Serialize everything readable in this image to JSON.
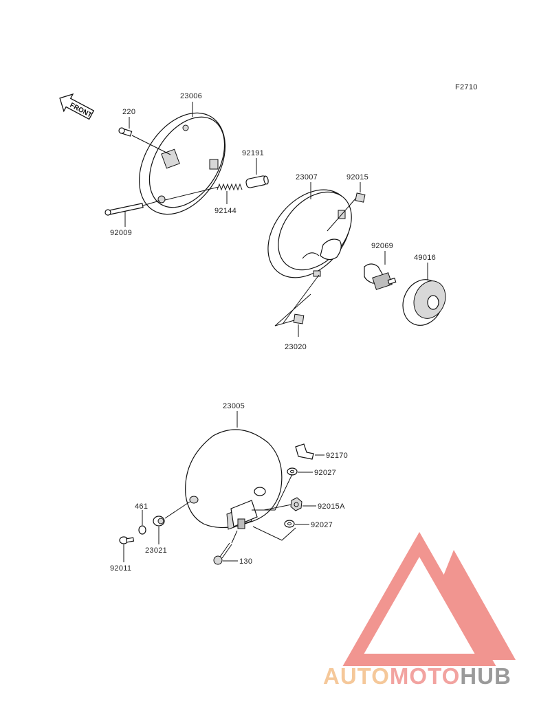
{
  "figure_code": "F2710",
  "front_label": "FRONT",
  "parts": {
    "p23006": "23006",
    "p220": "220",
    "p92191": "92191",
    "p92144": "92144",
    "p92009": "92009",
    "p23007": "23007",
    "p92015": "92015",
    "p92069": "92069",
    "p49016": "49016",
    "p23020": "23020",
    "p23005": "23005",
    "p92170": "92170",
    "p92027a": "92027",
    "p92015A": "92015A",
    "p92027b": "92027",
    "p461": "461",
    "p23021": "23021",
    "p92011": "92011",
    "p130": "130"
  },
  "watermark": {
    "auto": "AUTO",
    "moto": "MOTO",
    "hub": "HUB",
    "colors": {
      "auto": "#f5c89a",
      "moto": "#f2a3a0",
      "hub": "#9a9a9a",
      "logo": "#f08a84"
    }
  }
}
